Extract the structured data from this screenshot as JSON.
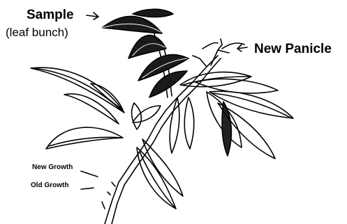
{
  "labels": {
    "sample": "Sample",
    "sample_sub": "(leaf bunch)",
    "new_panicle": "New Panicle",
    "new_growth": "New Growth",
    "old_growth": "Old Growth"
  },
  "colors": {
    "ink": "#000000",
    "background": "#ffffff"
  }
}
